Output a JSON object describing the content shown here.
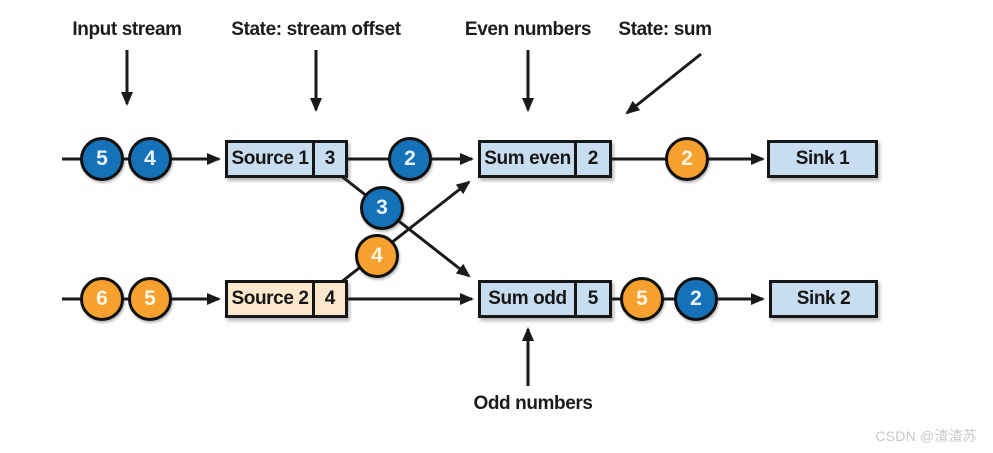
{
  "diagram": {
    "labels": {
      "input_stream": "Input stream",
      "state_stream_offset": "State: stream offset",
      "even_numbers": "Even numbers",
      "state_sum": "State: sum",
      "odd_numbers": "Odd numbers"
    },
    "nodes": {
      "source1": {
        "label": "Source 1",
        "state": "3"
      },
      "source2": {
        "label": "Source 2",
        "state": "4"
      },
      "sum_even": {
        "label": "Sum even",
        "state": "2"
      },
      "sum_odd": {
        "label": "Sum odd",
        "state": "5"
      },
      "sink1": {
        "label": "Sink 1"
      },
      "sink2": {
        "label": "Sink 2"
      }
    },
    "tokens": {
      "row1_in_a": "5",
      "row1_in_b": "4",
      "row1_mid": "2",
      "row1_out": "2",
      "cross_to_odd": "3",
      "cross_to_even": "4",
      "row2_in_a": "6",
      "row2_in_b": "5",
      "row2_out_a": "5",
      "row2_out_b": "2"
    },
    "colors": {
      "token_blue": "#1572b8",
      "token_orange": "#f6a02d",
      "box_blue": "#c8ddef",
      "box_cream": "#fbe8cd",
      "line": "#1a1a1a"
    },
    "watermark": "CSDN @渣渣苏"
  }
}
